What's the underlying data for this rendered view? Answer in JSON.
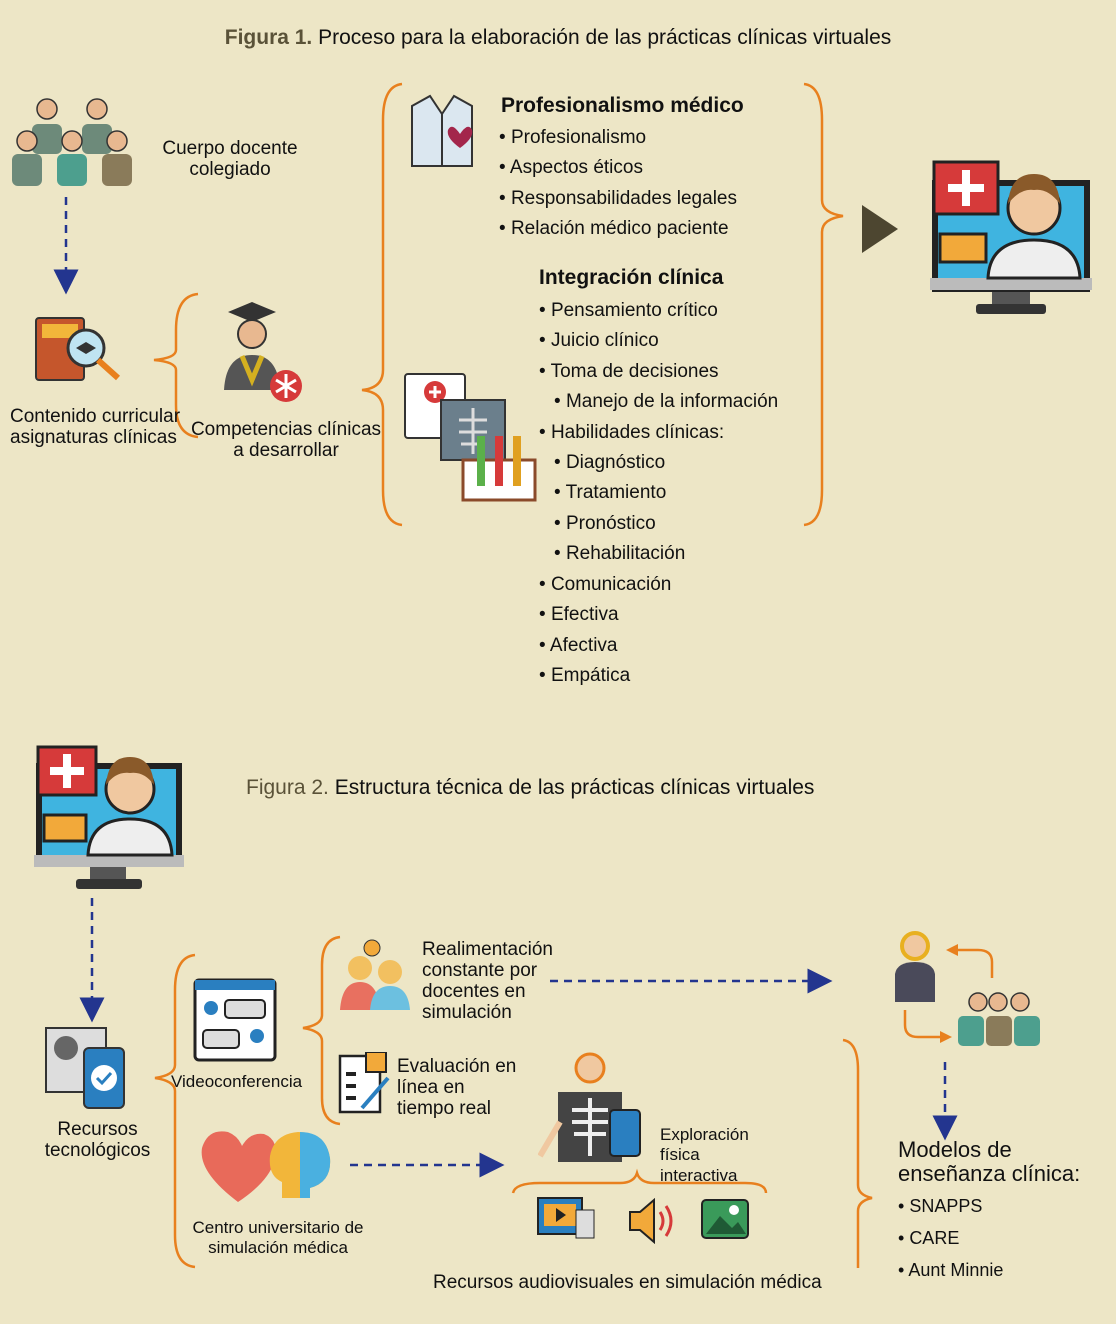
{
  "figure1": {
    "label": "Figura 1.",
    "title": "Proceso para la elaboración de las prácticas clínicas virtuales",
    "faculty": "Cuerpo docente colegiado",
    "curriculum": "Contenido curricular asignaturas clínicas",
    "competencies": "Competencias clínicas a desarrollar",
    "professionalism": {
      "heading": "Profesionalismo médico",
      "items": [
        "Profesionalismo",
        "Aspectos éticos",
        "Responsabilidades legales",
        "Relación médico paciente"
      ]
    },
    "clinical_integration": {
      "heading": "Integración clínica",
      "items": [
        "Pensamiento crítico",
        "Juicio clínico",
        "Toma de decisiones",
        "Manejo de la información",
        "Habilidades clínicas:",
        "Diagnóstico",
        "Tratamiento",
        "Pronóstico",
        "Rehabilitación",
        "Comunicación",
        "Efectiva",
        "Afectiva",
        "Empática"
      ]
    }
  },
  "figure2": {
    "label": "Figura 2.",
    "title": "Estructura técnica de las prácticas clínicas virtuales",
    "tech_resources": "Recursos tecnológicos",
    "videoconference": "Videoconferencia",
    "feedback": "Realimentación constante por docentes en simulación",
    "online_eval": "Evaluación en línea en tiempo real",
    "sim_center": "Centro universitario de simulación médica",
    "physical_exam": "Exploración física interactiva",
    "av_resources": "Recursos audiovisuales en simulación médica",
    "teaching_models": {
      "heading": "Modelos de enseñanza clínica:",
      "items": [
        "SNAPPS",
        "CARE",
        "Aunt Minnie"
      ]
    }
  },
  "colors": {
    "background": "#ede6c6",
    "bracket": "#e8801e",
    "arrow": "#23358f",
    "play": "#4d4630",
    "label": "#5a5238"
  }
}
